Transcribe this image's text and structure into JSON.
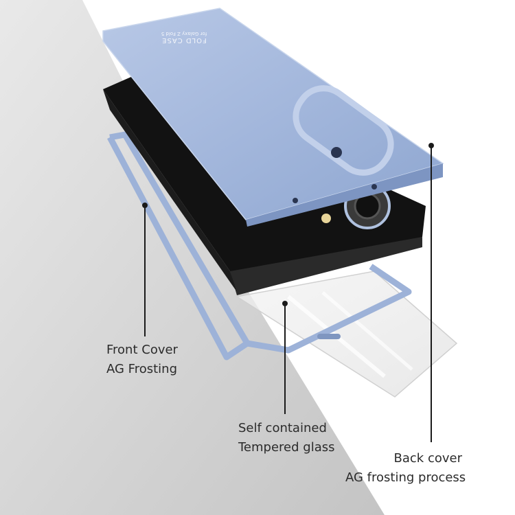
{
  "colors": {
    "background_light": "#ffffff",
    "background_grey": "#cfcfcf",
    "cover_blue": "#9fb4d8",
    "phone_black": "#141414",
    "callout": "#1a1a1a",
    "text": "#2b2b2b"
  },
  "case_print": {
    "brand": "FOLD CASE",
    "model": "for Galaxy Z Fold 5"
  },
  "callouts": {
    "front_cover": {
      "line1": "Front Cover",
      "line2": "AG Frosting"
    },
    "tempered_glass": {
      "line1": "Self contained",
      "line2": "Tempered glass"
    },
    "back_cover": {
      "line1": "Back cover",
      "line2": "AG frosting process"
    }
  }
}
